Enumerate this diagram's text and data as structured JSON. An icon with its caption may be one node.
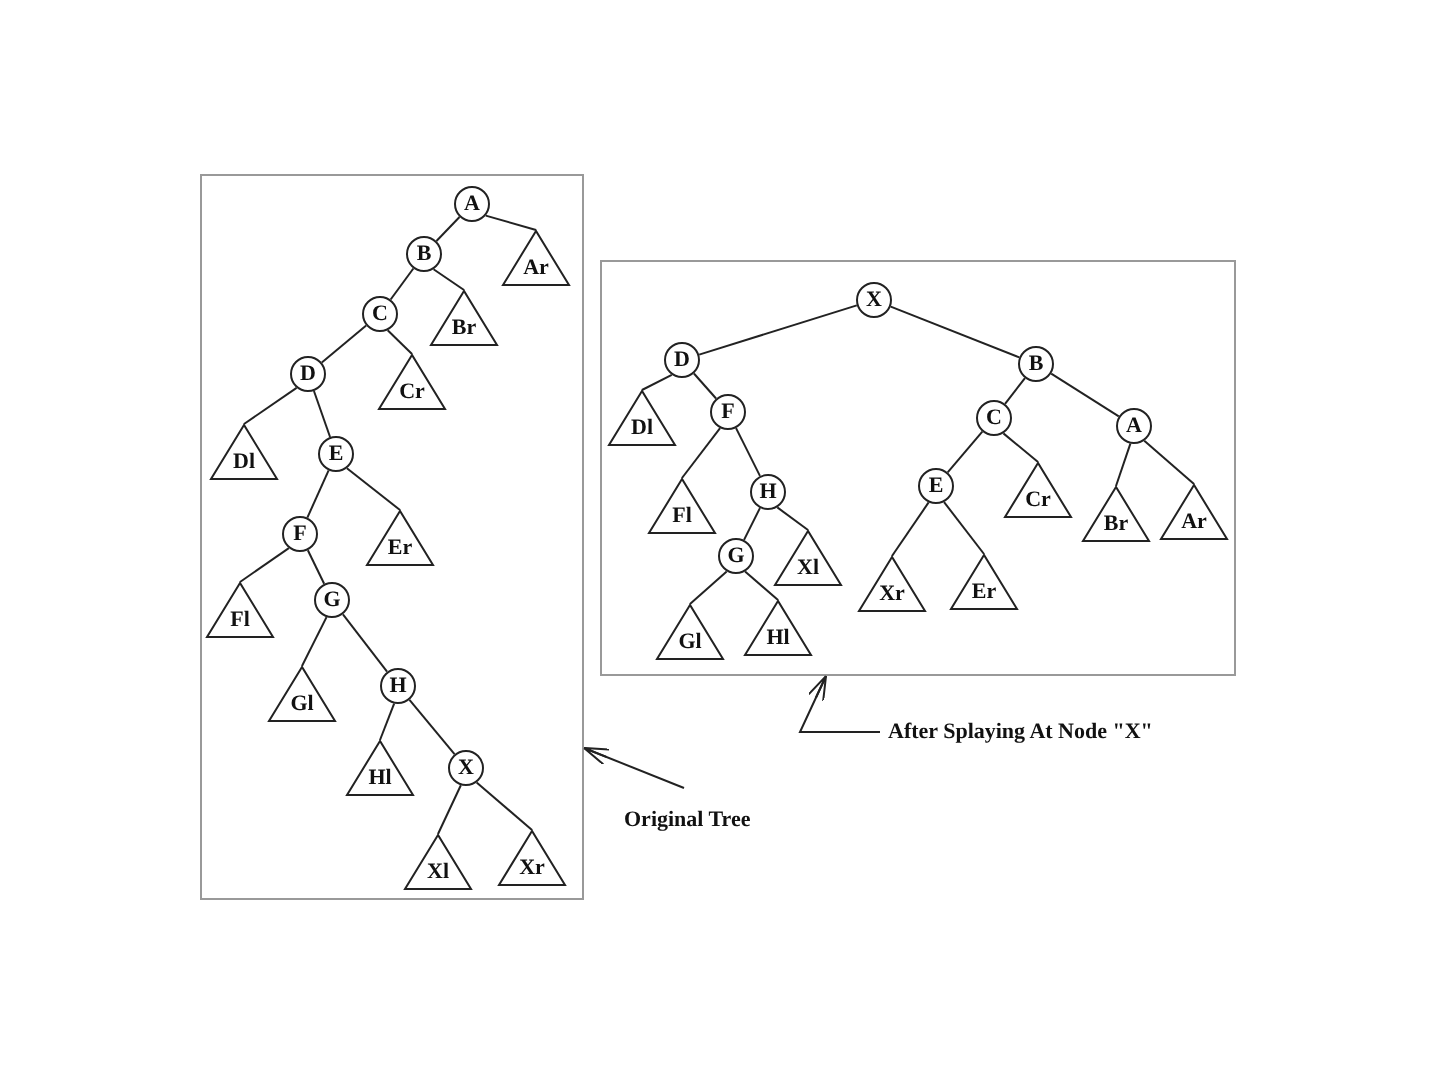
{
  "diagram": {
    "nodes": [
      {
        "text": [],
        "shape": "box"
      },
      {
        "text": [
          "A"
        ],
        "in": 0
      },
      {
        "text": [
          "B"
        ],
        "in": 0
      },
      {
        "text": [
          "Ar"
        ],
        "in": 0
      },
      {
        "text": [
          "C"
        ],
        "in": 0
      },
      {
        "text": [
          "Br"
        ],
        "in": 0
      },
      {
        "text": [
          "D"
        ],
        "in": 0
      },
      {
        "text": [
          "Cr"
        ],
        "in": 0
      },
      {
        "text": [
          "Dl"
        ],
        "in": 0
      },
      {
        "text": [
          "E"
        ],
        "in": 0
      },
      {
        "text": [
          "F"
        ],
        "in": 0
      },
      {
        "text": [
          "Er"
        ],
        "in": 0
      },
      {
        "text": [
          "Fl"
        ],
        "in": 0
      },
      {
        "text": [
          "G"
        ],
        "in": 0
      },
      {
        "text": [
          "Gl"
        ],
        "in": 0
      },
      {
        "text": [
          "H"
        ],
        "in": 0
      },
      {
        "text": [
          "Hl"
        ],
        "in": 0
      },
      {
        "text": [
          "X"
        ],
        "in": 0
      },
      {
        "text": [
          "Xl"
        ],
        "in": 0
      },
      {
        "text": [
          "Xr"
        ],
        "in": 0
      },
      {
        "text": [],
        "shape": "box"
      },
      {
        "text": [
          "X"
        ],
        "in": 20
      },
      {
        "text": [
          "D"
        ],
        "in": 20
      },
      {
        "text": [
          "B"
        ],
        "in": 20
      },
      {
        "text": [
          "Dl"
        ],
        "in": 20
      },
      {
        "text": [
          "F"
        ],
        "in": 20
      },
      {
        "text": [
          "C"
        ],
        "in": 20
      },
      {
        "text": [
          "A"
        ],
        "in": 20
      },
      {
        "text": [
          "Fl"
        ],
        "in": 20
      },
      {
        "text": [
          "H"
        ],
        "in": 20
      },
      {
        "text": [
          "E"
        ],
        "in": 20
      },
      {
        "text": [
          "Cr"
        ],
        "in": 20
      },
      {
        "text": [
          "Br"
        ],
        "in": 20
      },
      {
        "text": [
          "Ar"
        ],
        "in": 20
      },
      {
        "text": [
          "G"
        ],
        "in": 20
      },
      {
        "text": [
          "Xl"
        ],
        "in": 20
      },
      {
        "text": [
          "Xr"
        ],
        "in": 20
      },
      {
        "text": [
          "Er"
        ],
        "in": 20
      },
      {
        "text": [
          "Gl"
        ],
        "in": 20
      },
      {
        "text": [
          "Hl"
        ],
        "in": 20
      },
      {
        "text": [
          "Original Tree"
        ]
      },
      {
        "text": [
          "After Splaying At Node \"X\""
        ]
      }
    ],
    "edges": [
      {
        "from": 1,
        "to": 2,
        "arrow": "none"
      },
      {
        "from": 1,
        "to": 3,
        "arrow": "none"
      },
      {
        "from": 2,
        "to": 4,
        "arrow": "none"
      },
      {
        "from": 2,
        "to": 5,
        "arrow": "none"
      },
      {
        "from": 4,
        "to": 6,
        "arrow": "none"
      },
      {
        "from": 4,
        "to": 7,
        "arrow": "none"
      },
      {
        "from": 6,
        "to": 8,
        "arrow": "none"
      },
      {
        "from": 6,
        "to": 9,
        "arrow": "none"
      },
      {
        "from": 9,
        "to": 10,
        "arrow": "none"
      },
      {
        "from": 9,
        "to": 11,
        "arrow": "none"
      },
      {
        "from": 10,
        "to": 12,
        "arrow": "none"
      },
      {
        "from": 10,
        "to": 13,
        "arrow": "none"
      },
      {
        "from": 13,
        "to": 14,
        "arrow": "none"
      },
      {
        "from": 13,
        "to": 15,
        "arrow": "none"
      },
      {
        "from": 15,
        "to": 16,
        "arrow": "none"
      },
      {
        "from": 15,
        "to": 17,
        "arrow": "none"
      },
      {
        "from": 17,
        "to": 18,
        "arrow": "none"
      },
      {
        "from": 17,
        "to": 19,
        "arrow": "none"
      },
      {
        "from": 21,
        "to": 22,
        "arrow": "none"
      },
      {
        "from": 21,
        "to": 23,
        "arrow": "none"
      },
      {
        "from": 22,
        "to": 24,
        "arrow": "none"
      },
      {
        "from": 22,
        "to": 25,
        "arrow": "none"
      },
      {
        "from": 23,
        "to": 26,
        "arrow": "none"
      },
      {
        "from": 23,
        "to": 27,
        "arrow": "none"
      },
      {
        "from": 25,
        "to": 28,
        "arrow": "none"
      },
      {
        "from": 25,
        "to": 29,
        "arrow": "none"
      },
      {
        "from": 26,
        "to": 30,
        "arrow": "none"
      },
      {
        "from": 26,
        "to": 31,
        "arrow": "none"
      },
      {
        "from": 27,
        "to": 32,
        "arrow": "none"
      },
      {
        "from": 27,
        "to": 33,
        "arrow": "none"
      },
      {
        "from": 29,
        "to": 34,
        "arrow": "none"
      },
      {
        "from": 29,
        "to": 35,
        "arrow": "none"
      },
      {
        "from": 30,
        "to": 36,
        "arrow": "none"
      },
      {
        "from": 30,
        "to": 37,
        "arrow": "none"
      },
      {
        "from": 34,
        "to": 38,
        "arrow": "none"
      },
      {
        "from": 34,
        "to": 39,
        "arrow": "none"
      },
      {
        "from": 40,
        "to": 0,
        "arrow": "to"
      },
      {
        "from": 41,
        "to": 20,
        "arrow": "to"
      }
    ]
  }
}
